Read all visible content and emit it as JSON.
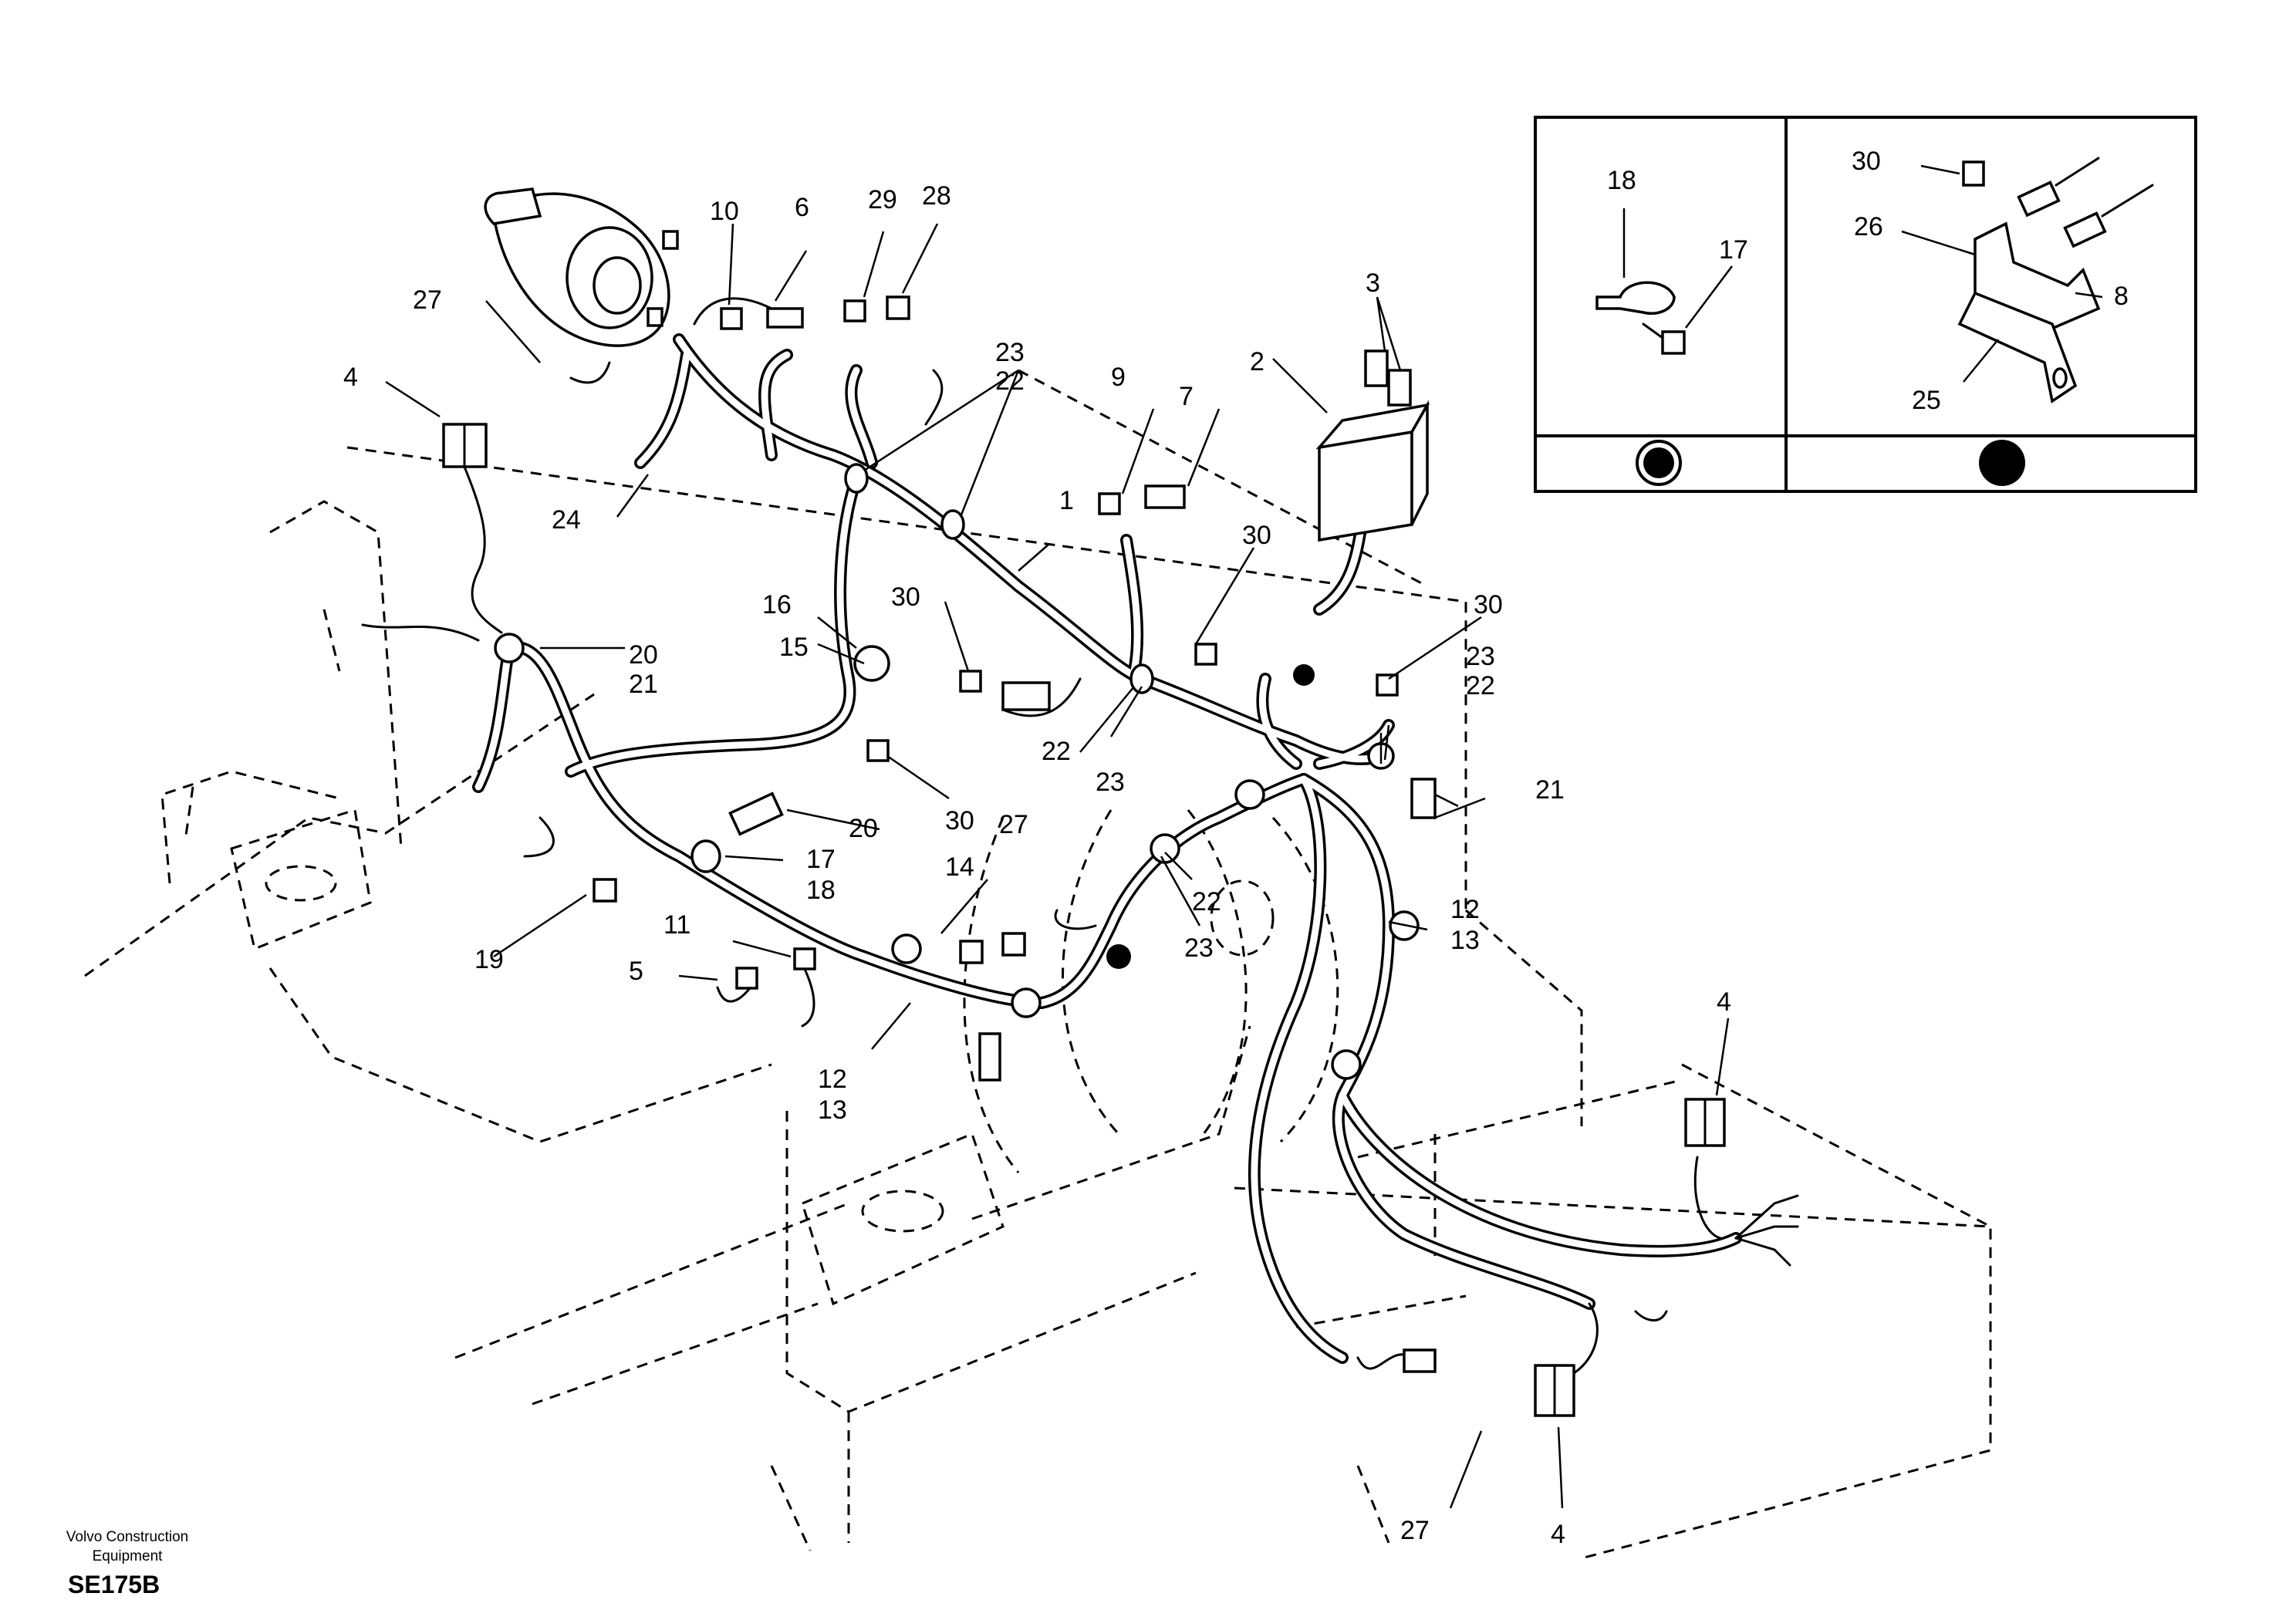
{
  "footer": {
    "manufacturer": "Volvo Construction Equipment",
    "figure_code": "SE175B"
  },
  "callouts": [
    {
      "id": "c1",
      "text": "1"
    },
    {
      "id": "c2",
      "text": "2"
    },
    {
      "id": "c3",
      "text": "3"
    },
    {
      "id": "c4a",
      "text": "4"
    },
    {
      "id": "c4b",
      "text": "4"
    },
    {
      "id": "c4c",
      "text": "4"
    },
    {
      "id": "c5",
      "text": "5"
    },
    {
      "id": "c6",
      "text": "6"
    },
    {
      "id": "c7",
      "text": "7"
    },
    {
      "id": "c9",
      "text": "9"
    },
    {
      "id": "c10",
      "text": "10"
    },
    {
      "id": "c11",
      "text": "11"
    },
    {
      "id": "c12a",
      "text": "12"
    },
    {
      "id": "c13a",
      "text": "13"
    },
    {
      "id": "c12b",
      "text": "12"
    },
    {
      "id": "c13b",
      "text": "13"
    },
    {
      "id": "c14",
      "text": "14"
    },
    {
      "id": "c15",
      "text": "15"
    },
    {
      "id": "c16",
      "text": "16"
    },
    {
      "id": "c17",
      "text": "17"
    },
    {
      "id": "c18",
      "text": "18"
    },
    {
      "id": "c19",
      "text": "19"
    },
    {
      "id": "c20a",
      "text": "20"
    },
    {
      "id": "c21a",
      "text": "21"
    },
    {
      "id": "c20b",
      "text": "20"
    },
    {
      "id": "c21b",
      "text": "21"
    },
    {
      "id": "c22a",
      "text": "22"
    },
    {
      "id": "c23a",
      "text": "23"
    },
    {
      "id": "c22b",
      "text": "22"
    },
    {
      "id": "c23b",
      "text": "23"
    },
    {
      "id": "c22c",
      "text": "22"
    },
    {
      "id": "c23c",
      "text": "23"
    },
    {
      "id": "c22d",
      "text": "22"
    },
    {
      "id": "c23d",
      "text": "23"
    },
    {
      "id": "c24",
      "text": "24"
    },
    {
      "id": "c27a",
      "text": "27"
    },
    {
      "id": "c27b",
      "text": "27"
    },
    {
      "id": "c27c",
      "text": "27"
    },
    {
      "id": "c28",
      "text": "28"
    },
    {
      "id": "c29",
      "text": "29"
    },
    {
      "id": "c30a",
      "text": "30"
    },
    {
      "id": "c30b",
      "text": "30"
    },
    {
      "id": "c30c",
      "text": "30"
    },
    {
      "id": "c30d",
      "text": "30"
    }
  ],
  "inset": {
    "left_panel": {
      "callouts": [
        {
          "id": "i18",
          "text": "18"
        },
        {
          "id": "i17",
          "text": "17"
        }
      ],
      "marker": "open-circle-marker"
    },
    "right_panel": {
      "callouts": [
        {
          "id": "i30",
          "text": "30"
        },
        {
          "id": "i26",
          "text": "26"
        },
        {
          "id": "i8",
          "text": "8"
        },
        {
          "id": "i25",
          "text": "25"
        }
      ],
      "marker": "filled-circle-marker"
    }
  }
}
